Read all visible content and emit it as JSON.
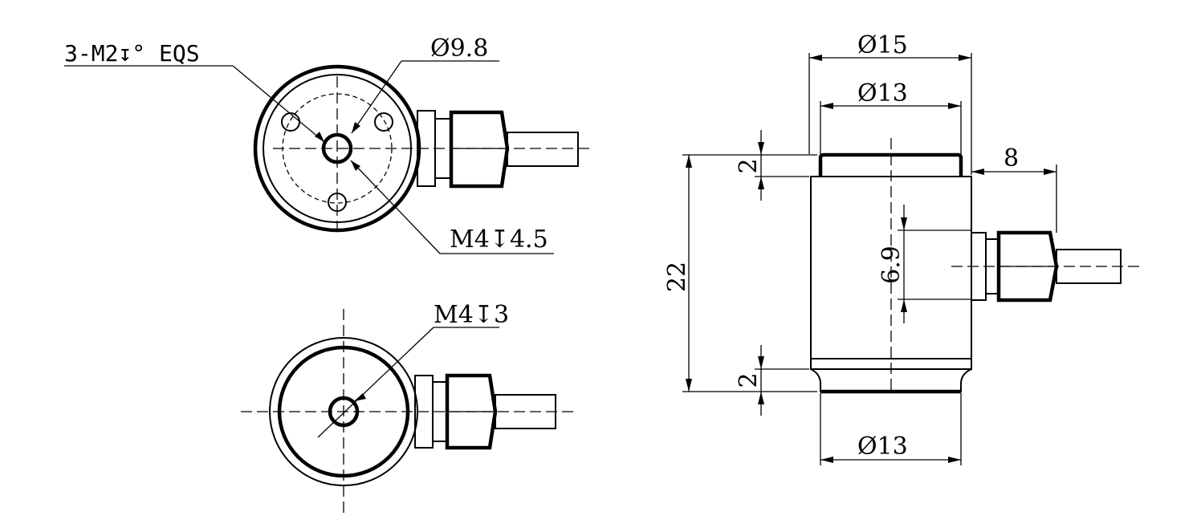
{
  "labels": {
    "holes_callout": "3-M2↧° EQS",
    "top_bolt_circle": "Ø9.8",
    "top_center_thread": "M4↧4.5",
    "bottom_center_thread": "M4↧3",
    "dia_top_outer": "Ø15",
    "dia_top_inner": "Ø13",
    "dia_bottom": "Ø13",
    "height_total": "22",
    "height_top_lip": "2",
    "height_bottom_lip": "2",
    "cable_offset": "8",
    "cable_height": "6.9"
  }
}
